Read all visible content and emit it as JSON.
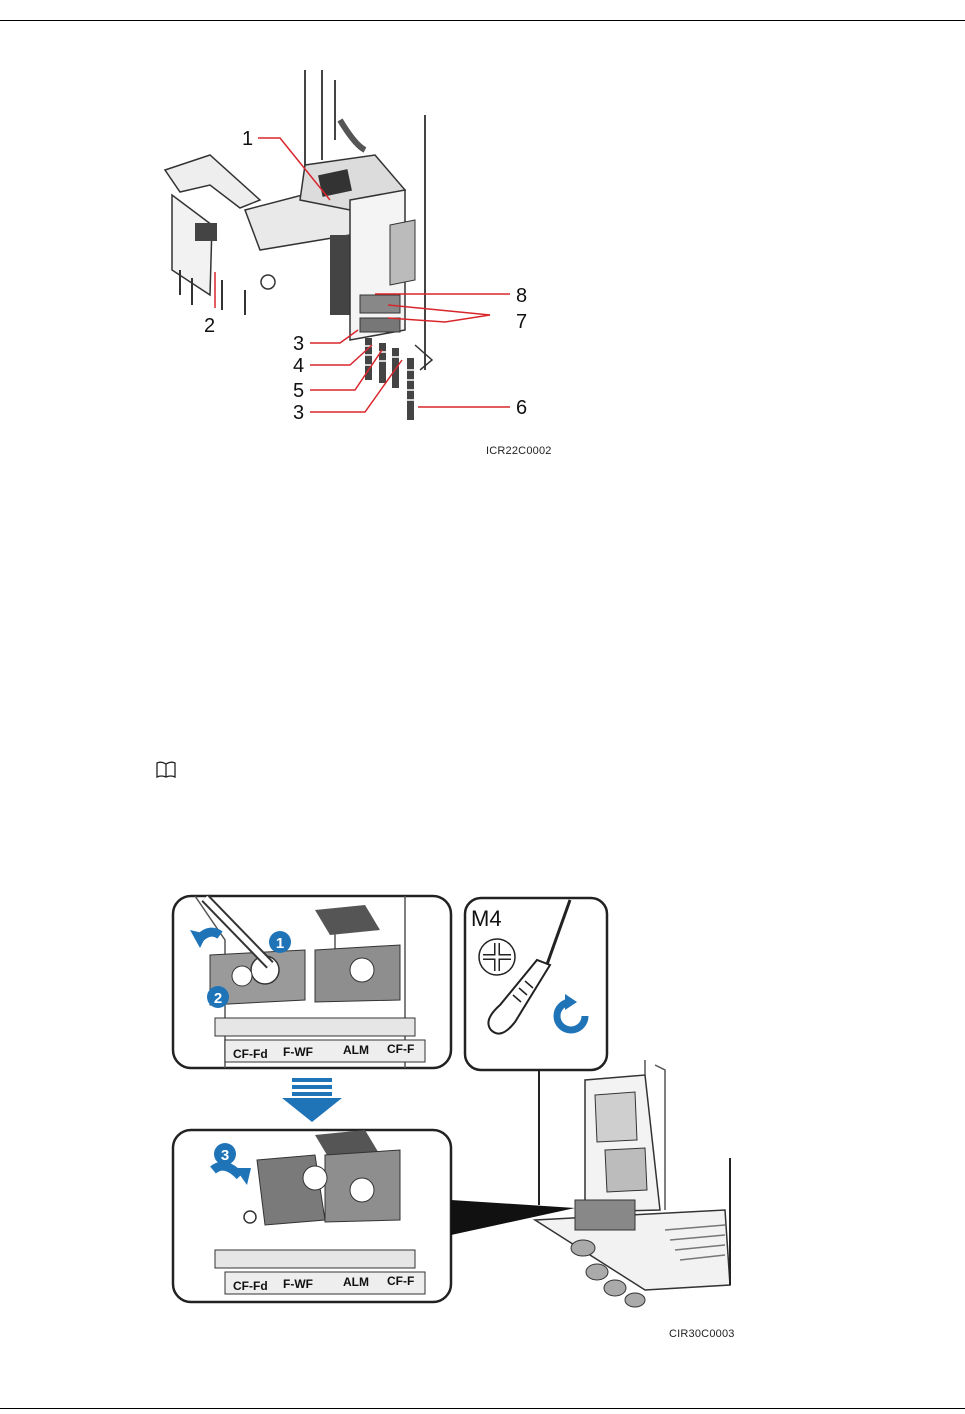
{
  "figure1": {
    "code": "ICR22C0002",
    "callouts": [
      "1",
      "2",
      "3",
      "4",
      "5",
      "3",
      "6",
      "7",
      "8"
    ]
  },
  "figure2": {
    "code": "CIR30C0003",
    "steps": [
      "1",
      "2",
      "3"
    ],
    "tool_size": "M4",
    "port_labels_top": [
      "CF-Fd",
      "F-WF",
      "ALM",
      "CF-F"
    ],
    "port_labels_bottom": [
      "CF-Fd",
      "F-WF",
      "ALM",
      "CF-F"
    ]
  },
  "colors": {
    "callout_line": "#d8262c",
    "step_blue": "#1f74b8",
    "line_gray": "#444444"
  },
  "icons": {
    "note": "book-icon"
  }
}
